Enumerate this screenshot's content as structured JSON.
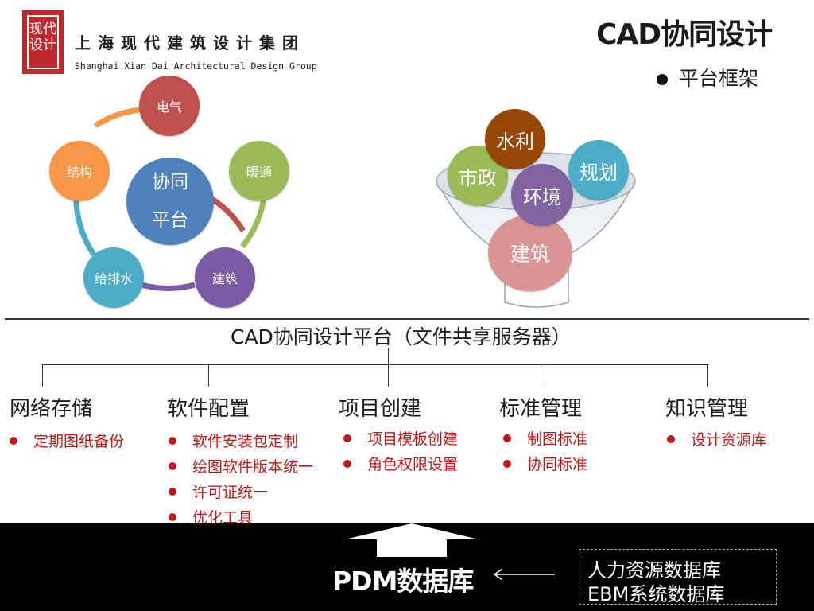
{
  "header": {
    "logo_line1": "现代",
    "logo_line2": "设计",
    "company_cn": "上海现代建筑设计集团",
    "company_en": "Shanghai Xian Dai Architectural Design Group",
    "title": "CAD协同设计",
    "subtitle": "平台框架"
  },
  "cycle": {
    "center_line1": "协同",
    "center_line2": "平台",
    "nodes": [
      "电气",
      "暖通",
      "建筑",
      "给排水",
      "结构"
    ]
  },
  "funnel": {
    "balls": [
      "水利",
      "市政",
      "规划",
      "环境",
      "建筑"
    ]
  },
  "platform": {
    "title": "CAD协同设计平台（文件共享服务器）",
    "categories": [
      {
        "name": "网络存储",
        "items": [
          "定期图纸备份"
        ]
      },
      {
        "name": "软件配置",
        "items": [
          "软件安装包定制",
          "绘图软件版本统一",
          "许可证统一",
          "优化工具"
        ]
      },
      {
        "name": "项目创建",
        "items": [
          "项目模板创建",
          "角色权限设置"
        ]
      },
      {
        "name": "标准管理",
        "items": [
          "制图标准",
          "协同标准"
        ]
      },
      {
        "name": "知识管理",
        "items": [
          "设计资源库"
        ]
      }
    ]
  },
  "bottom": {
    "pdm": "PDM数据库",
    "sources": [
      "人力资源数据库",
      "EBM系统数据库"
    ]
  },
  "colors": {
    "accent_red": "#c01818",
    "electric": "#c0504d",
    "hvac": "#9bbb59",
    "architecture": "#7c5ba6",
    "water": "#4bacc6",
    "structure": "#f79646",
    "center": "#4f81bd"
  }
}
